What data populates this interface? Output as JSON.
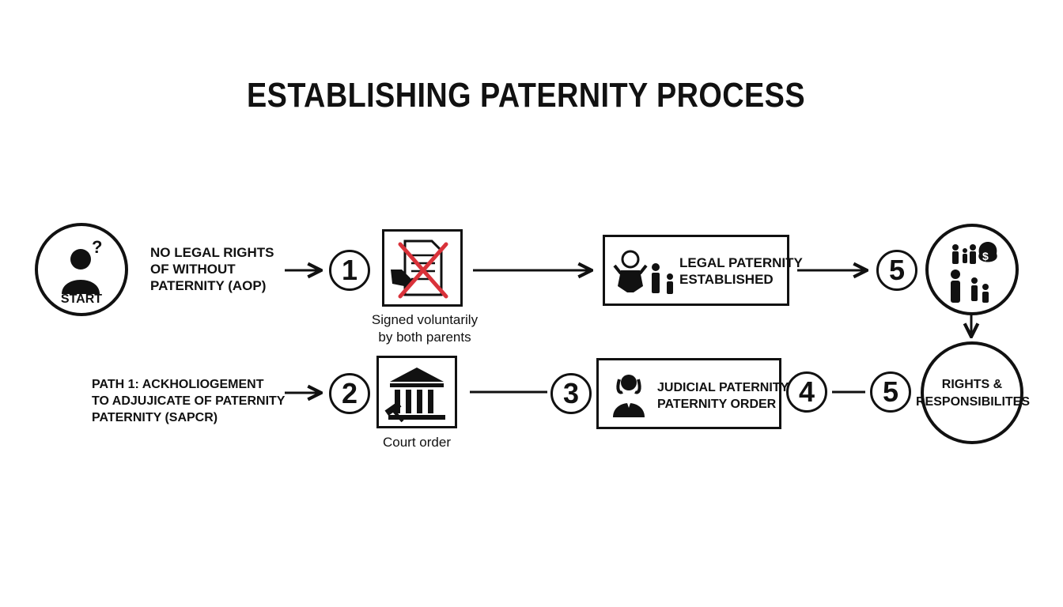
{
  "title": "ESTABLISHING PATERNITY PROCESS",
  "start": {
    "label": "START",
    "icon": "person-question-icon"
  },
  "row1": {
    "text": [
      "NO LEGAL RIGHTS",
      "OF WITHOUT",
      "PATERNITY (AOP)"
    ],
    "step1": "1",
    "aop_icon": "crossed-document-handshake-icon",
    "aop_caption": [
      "Signed voluntarily",
      "by both parents"
    ],
    "result": [
      "LEGAL PATERNITY",
      "ESTABLISHED"
    ],
    "result_icon": "baby-parent-child-icon",
    "step5": "5",
    "family_icon": "family-money-bag-icon"
  },
  "row2": {
    "text": [
      "PATH 1: ACKHOLIOGEMENT",
      "TO ADJUJICATE OF PATERNITY",
      "PATERNITY (SAPCR)"
    ],
    "step2": "2",
    "court_icon": "courthouse-gavel-icon",
    "court_caption": "Court order",
    "step3": "3",
    "judge_icon": "judge-person-icon",
    "judicial": [
      "JUDICIAL PATERNITY",
      "PATERNITY ORDER"
    ],
    "step4": "4",
    "step5": "5",
    "final": [
      "RIGHTS &",
      "RESPONSIBILITES"
    ]
  },
  "colors": {
    "ink": "#111111",
    "cross": "#d9323a",
    "background": "#ffffff"
  }
}
